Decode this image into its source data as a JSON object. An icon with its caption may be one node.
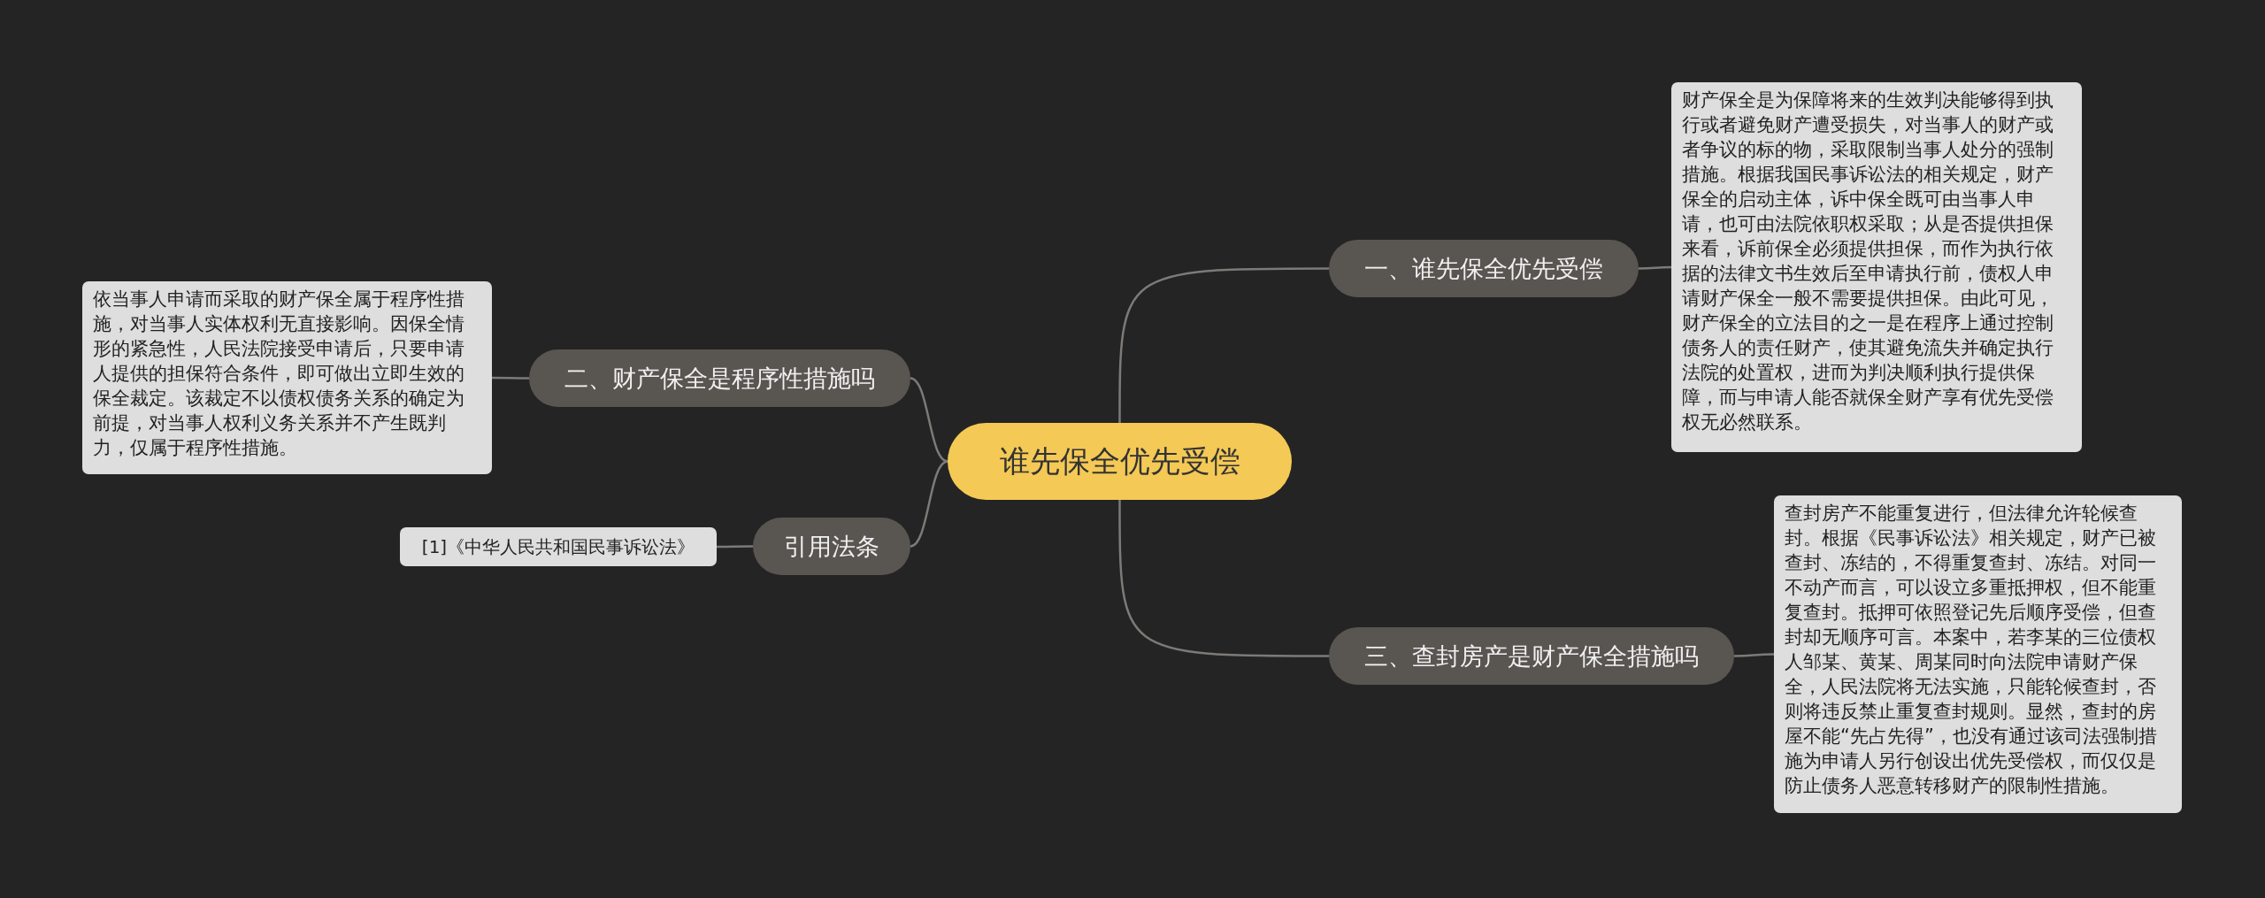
{
  "diagram": {
    "nodes": [
      {
        "text": [
          "谁先保全优先受偿"
        ]
      },
      {
        "text": [
          "一、谁先保全优先受偿"
        ]
      },
      {
        "text": [
          "财产保全是为保障将来的生效判决能够得到执行或者避免财产遭受损失，对当事人的财产或者争议的标的物，采取限制当事人处分的强制措施。根据我国民事诉讼法的相关规定，财产保全的启动主体，诉中保全既可由当事人申请，也可由法院依职权采取；从是否提供担保来看，诉前保全必须提供担保，而作为执行依据的法律文书生效后至申请执行前，债权人申请财产保全一般不需要提供担保。由此可见，财产保全的立法目的之一是在程序上通过控制债务人的责任财产，使其避免流失并确定执行法院的处置权，进而为判决顺利执行提供保障，而与申请人能否就保全财产享有优先受偿权无必然联系。"
        ]
      },
      {
        "text": [
          "二、财产保全是程序性措施吗"
        ]
      },
      {
        "text": [
          "依当事人申请而采取的财产保全属于程序性措施，对当事人实体权利无直接影响。因保全情形的紧急性，人民法院接受申请后，只要申请人提供的担保符合条件，即可做出立即生效的保全裁定。该裁定不以债权债务关系的确定为前提，对当事人权利义务关系并不产生既判力，仅属于程序性措施。"
        ]
      },
      {
        "text": [
          "三、查封房产是财产保全措施吗"
        ]
      },
      {
        "text": [
          "查封房产不能重复进行，但法律允许轮候查封。根据《民事诉讼法》相关规定，财产已被查封、冻结的，不得重复查封、冻结。对同一不动产而言，可以设立多重抵押权，但不能重复查封。抵押可依照登记先后顺序受偿，但查封却无顺序可言。本案中，若李某的三位债权人邹某、黄某、周某同时向法院申请财产保全，人民法院将无法实施，只能轮候查封，否则将违反禁止重复查封规则。显然，查封的房屋不能“先占先得”，也没有通过该司法强制措施为申请人另行创设出优先受偿权，而仅仅是防止债务人恶意转移财产的限制性措施。"
        ]
      },
      {
        "text": [
          "引用法条"
        ]
      },
      {
        "text": [
          "[1]《中华人民共和国民事诉讼法》"
        ]
      }
    ],
    "edges": [
      {
        "from": 0,
        "to": 1,
        "arrow": "none"
      },
      {
        "from": 1,
        "to": 2,
        "arrow": "none"
      },
      {
        "from": 0,
        "to": 3,
        "arrow": "none"
      },
      {
        "from": 3,
        "to": 4,
        "arrow": "none"
      },
      {
        "from": 0,
        "to": 5,
        "arrow": "none"
      },
      {
        "from": 5,
        "to": 6,
        "arrow": "none"
      },
      {
        "from": 0,
        "to": 7,
        "arrow": "none"
      },
      {
        "from": 7,
        "to": 8,
        "arrow": "none"
      }
    ]
  }
}
